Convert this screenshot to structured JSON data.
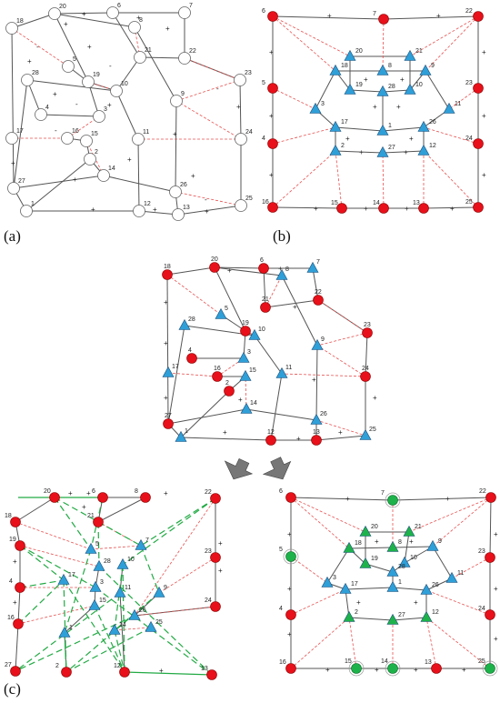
{
  "labels": {
    "a": "(a)",
    "b": "(b)",
    "c": "(c)"
  },
  "colors": {
    "node_red": "#e8101a",
    "node_blue": "#2f9fd8",
    "node_green": "#1db34a",
    "edge_gray": "#555555",
    "edge_red": "#e85050",
    "edge_green": "#22aa44"
  },
  "marks": {
    "plus": "+",
    "minus": "-"
  }
}
